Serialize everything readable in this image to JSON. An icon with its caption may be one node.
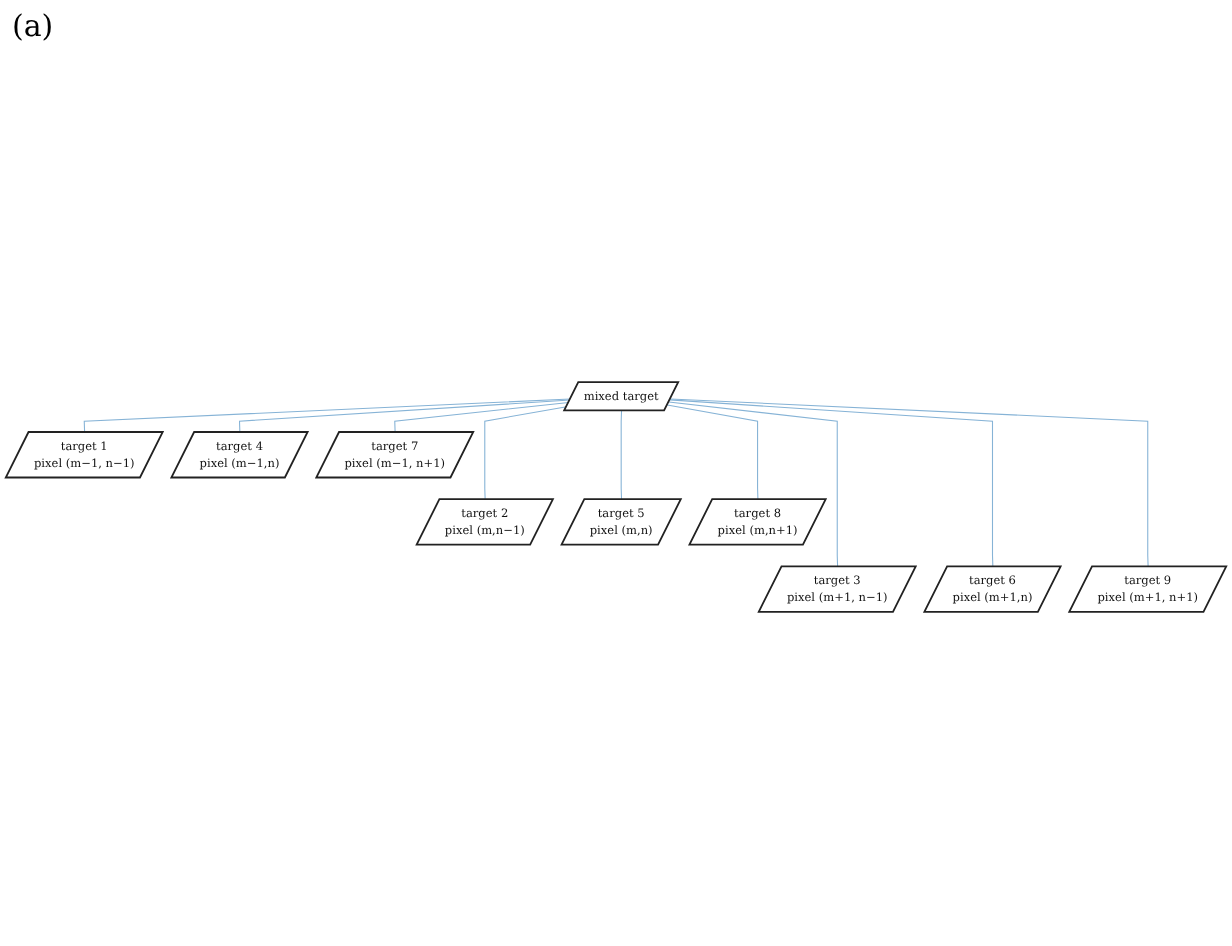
{
  "diagram": {
    "nodes": [
      {
        "text": [
          "mixed target"
        ]
      },
      {
        "text": [
          "target 1",
          "pixel (m−1, n−1)"
        ]
      },
      {
        "text": [
          "target 4",
          "pixel (m−1,n)"
        ]
      },
      {
        "text": [
          "target 7",
          "pixel (m−1, n+1)"
        ]
      },
      {
        "text": [
          "target 2",
          "pixel (m,n−1)"
        ]
      },
      {
        "text": [
          "target 5",
          "pixel (m,n)"
        ]
      },
      {
        "text": [
          "target 8",
          "pixel (m,n+1)"
        ]
      },
      {
        "text": [
          "target 3",
          "pixel (m+1, n−1)"
        ]
      },
      {
        "text": [
          "target 6",
          "pixel (m+1,n)"
        ]
      },
      {
        "text": [
          "target 9",
          "pixel (m+1, n+1)"
        ]
      }
    ],
    "edges": [
      {
        "from": 0,
        "to": 1,
        "arrow": "none"
      },
      {
        "from": 0,
        "to": 4,
        "arrow": "none"
      },
      {
        "from": 0,
        "to": 7,
        "arrow": "none"
      },
      {
        "from": 0,
        "to": 2,
        "arrow": "none"
      },
      {
        "from": 0,
        "to": 5,
        "arrow": "none"
      },
      {
        "from": 0,
        "to": 8,
        "arrow": "none"
      },
      {
        "from": 0,
        "to": 3,
        "arrow": "none"
      },
      {
        "from": 0,
        "to": 6,
        "arrow": "none"
      },
      {
        "from": 0,
        "to": 9,
        "arrow": "none"
      }
    ],
    "labels": [
      "(a)"
    ]
  }
}
